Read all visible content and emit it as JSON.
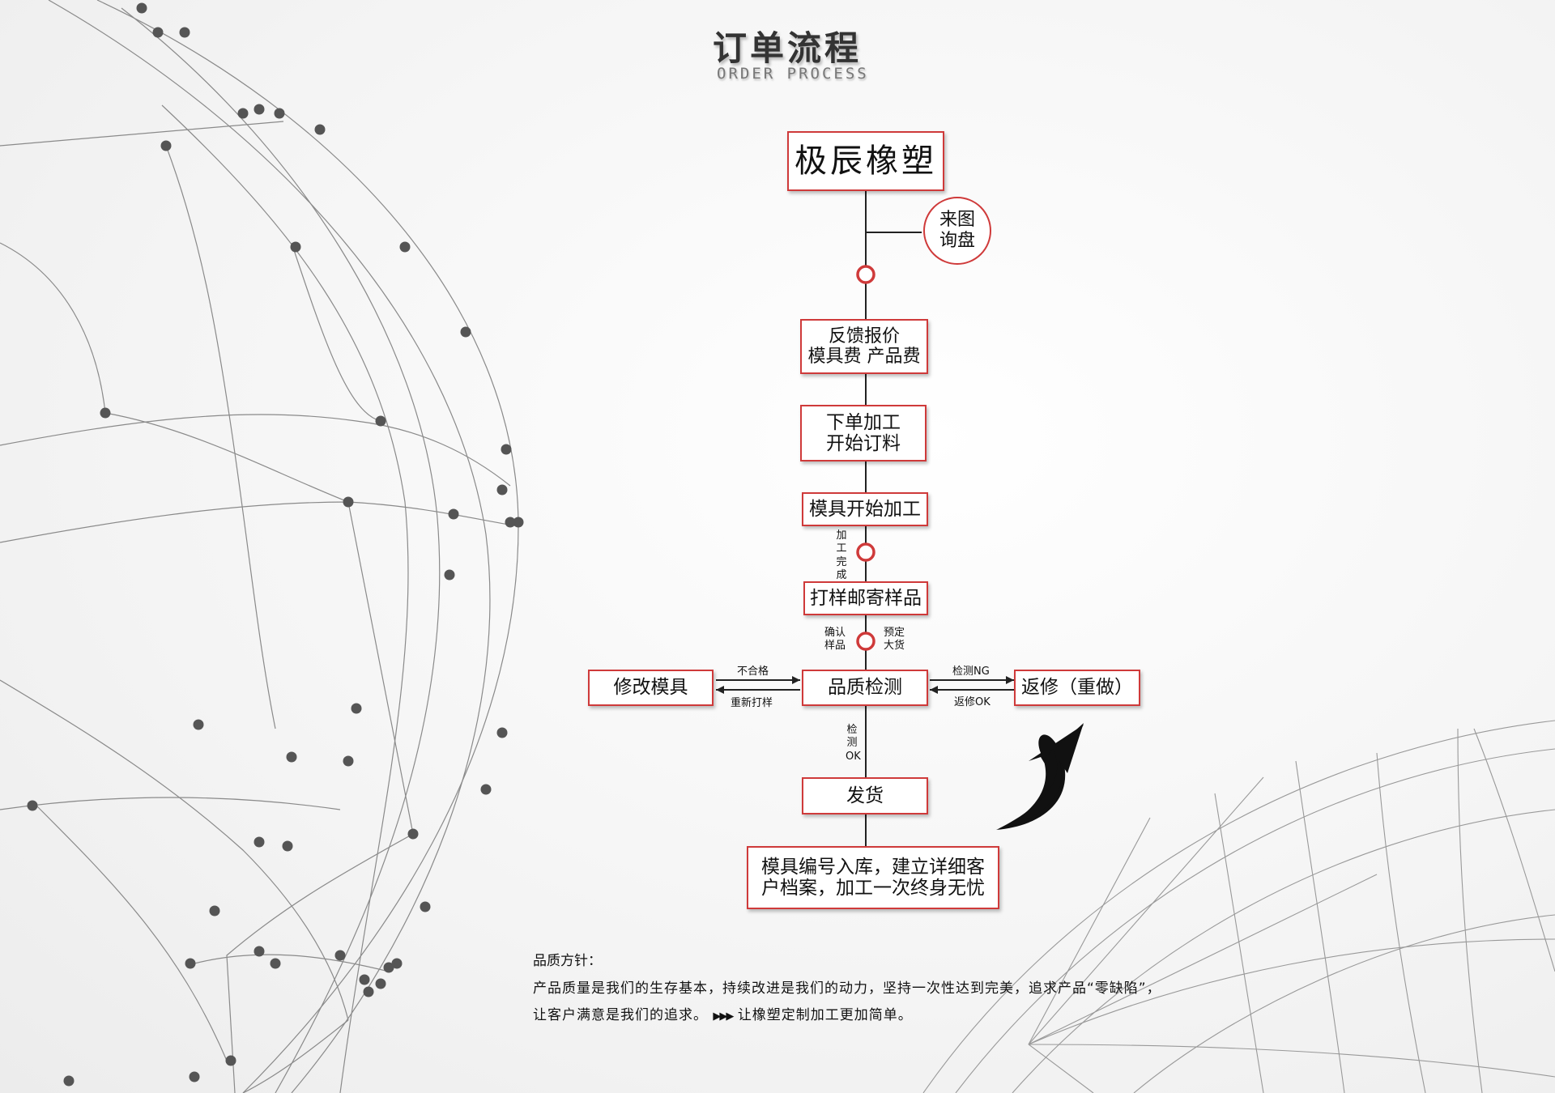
{
  "header": {
    "title": "订单流程",
    "subtitle": "ORDER PROCESS"
  },
  "flow": {
    "brand": "极辰橡塑",
    "inquiry": "来图\n询盘",
    "quote": "反馈报价\n模具费 产品费",
    "order": "下单加工\n开始订料",
    "mold_start": "模具开始加工",
    "done_label": "加工完成",
    "sample": "打样邮寄样品",
    "confirm_label": "确认\n样品",
    "bulk_label": "预定\n大货",
    "modify": "修改模具",
    "fail_label": "不合格",
    "resample_label": "重新打样",
    "qc": "品质检测",
    "ng_label": "检测NG",
    "rework_ok_label": "返修OK",
    "rework": "返修（重做）",
    "check_ok_label": "检测OK",
    "ship": "发货",
    "archive": "模具编号入库，建立详细客\n户档案，加工一次终身无忧"
  },
  "footer": {
    "heading": "品质方针：",
    "line1": "产品质量是我们的生存基本，持续改进是我们的动力，坚持一次性达到完美，追求产品“零缺陷”，",
    "line2": "让客户满意是我们的追求。",
    "arrows": "▶▶▶",
    "line2b": "让橡塑定制加工更加简单。"
  },
  "colors": {
    "accent": "#cf3a3a",
    "line": "#222222",
    "globe": "#8a8a8a"
  }
}
